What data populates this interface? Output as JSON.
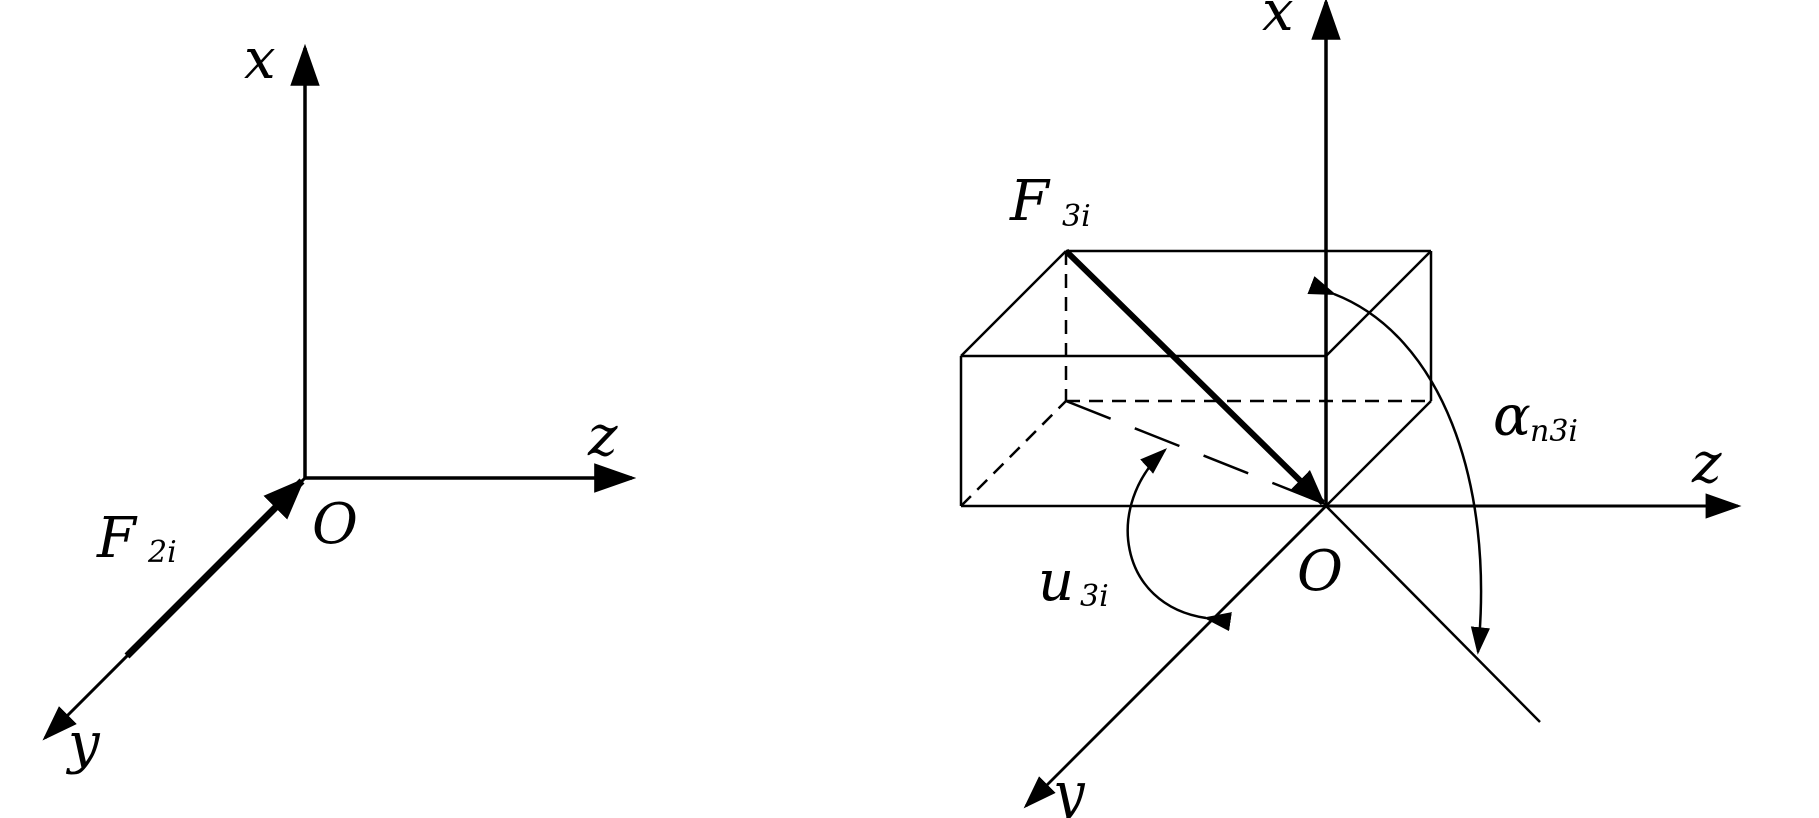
{
  "left_figure": {
    "axis_x": "x",
    "axis_y": "y",
    "axis_z": "z",
    "origin": "O",
    "force_main": "F",
    "force_sub": "2i"
  },
  "right_figure": {
    "axis_x": "x",
    "axis_y": "y",
    "axis_z": "z",
    "origin": "O",
    "force_main": "F",
    "force_sub": "3i",
    "angle_u_main": "u",
    "angle_u_sub": "3i",
    "angle_alpha_main": "α",
    "angle_alpha_sub": "n3i"
  },
  "colors": {
    "stroke": "#000000",
    "background": "#ffffff"
  }
}
